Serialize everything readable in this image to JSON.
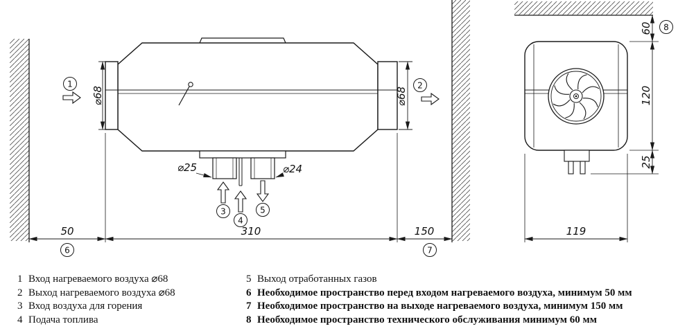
{
  "drawing": {
    "callouts": {
      "c1": "1",
      "c2": "2",
      "c3": "3",
      "c4": "4",
      "c5": "5",
      "c6": "6",
      "c7": "7",
      "c8": "8"
    },
    "dims": {
      "d68_left": "⌀68",
      "d68_right": "⌀68",
      "d25": "⌀25",
      "d24": "⌀24",
      "len50": "50",
      "len310": "310",
      "len150": "150",
      "len60": "60",
      "len120": "120",
      "len25": "25",
      "len119": "119"
    }
  },
  "legend": {
    "left": [
      {
        "num": "1",
        "text": "Вход нагреваемого воздуха ⌀68"
      },
      {
        "num": "2",
        "text": "Выход нагреваемого воздуха ⌀68"
      },
      {
        "num": "3",
        "text": "Вход воздуха для горения"
      },
      {
        "num": "4",
        "text": "Подача топлива"
      }
    ],
    "right": [
      {
        "num": "5",
        "text": "Выход отработанных газов"
      },
      {
        "num": "6",
        "text": "Необходимое пространство перед входом нагреваемого воздуха, минимум 50 мм"
      },
      {
        "num": "7",
        "text": "Необходимое пространство на выходе нагреваемого воздуха, минимум 150 мм"
      },
      {
        "num": "8",
        "text": "Необходимое пространство технического обслуживания минимум 60 мм"
      }
    ]
  }
}
